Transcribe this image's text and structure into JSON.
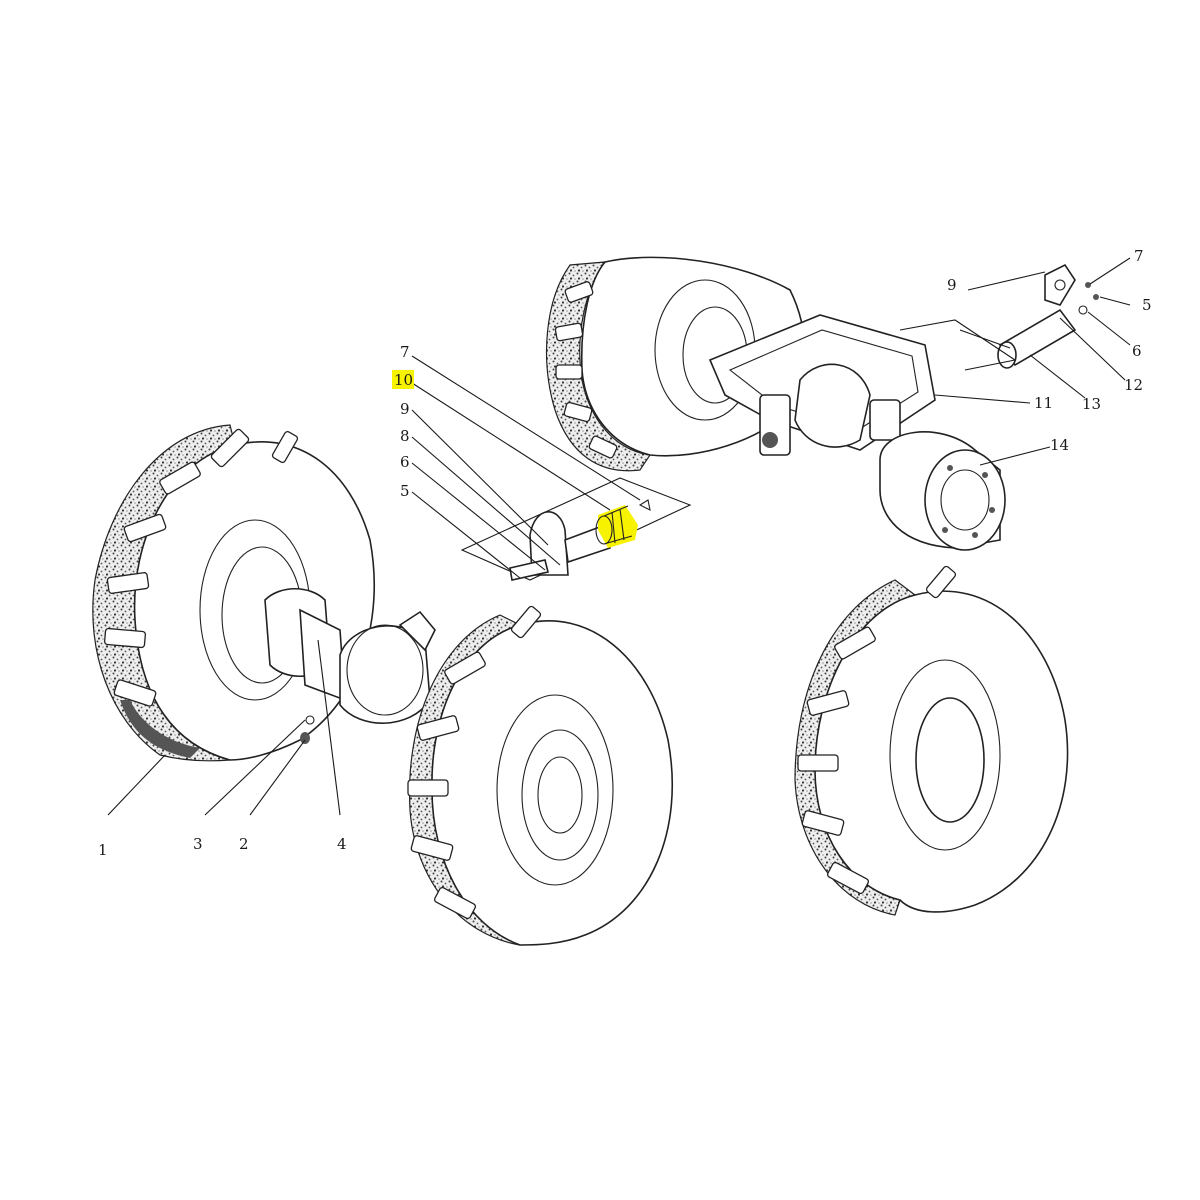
{
  "diagram": {
    "callouts": {
      "front": [
        "1",
        "3",
        "2",
        "4"
      ],
      "middle": [
        "7",
        "10",
        "9",
        "8",
        "6",
        "5"
      ],
      "rear": [
        "7",
        "5",
        "6",
        "12",
        "13",
        "9",
        "11",
        "14"
      ]
    },
    "highlight": {
      "label": "10",
      "color": "#f6f200"
    }
  }
}
